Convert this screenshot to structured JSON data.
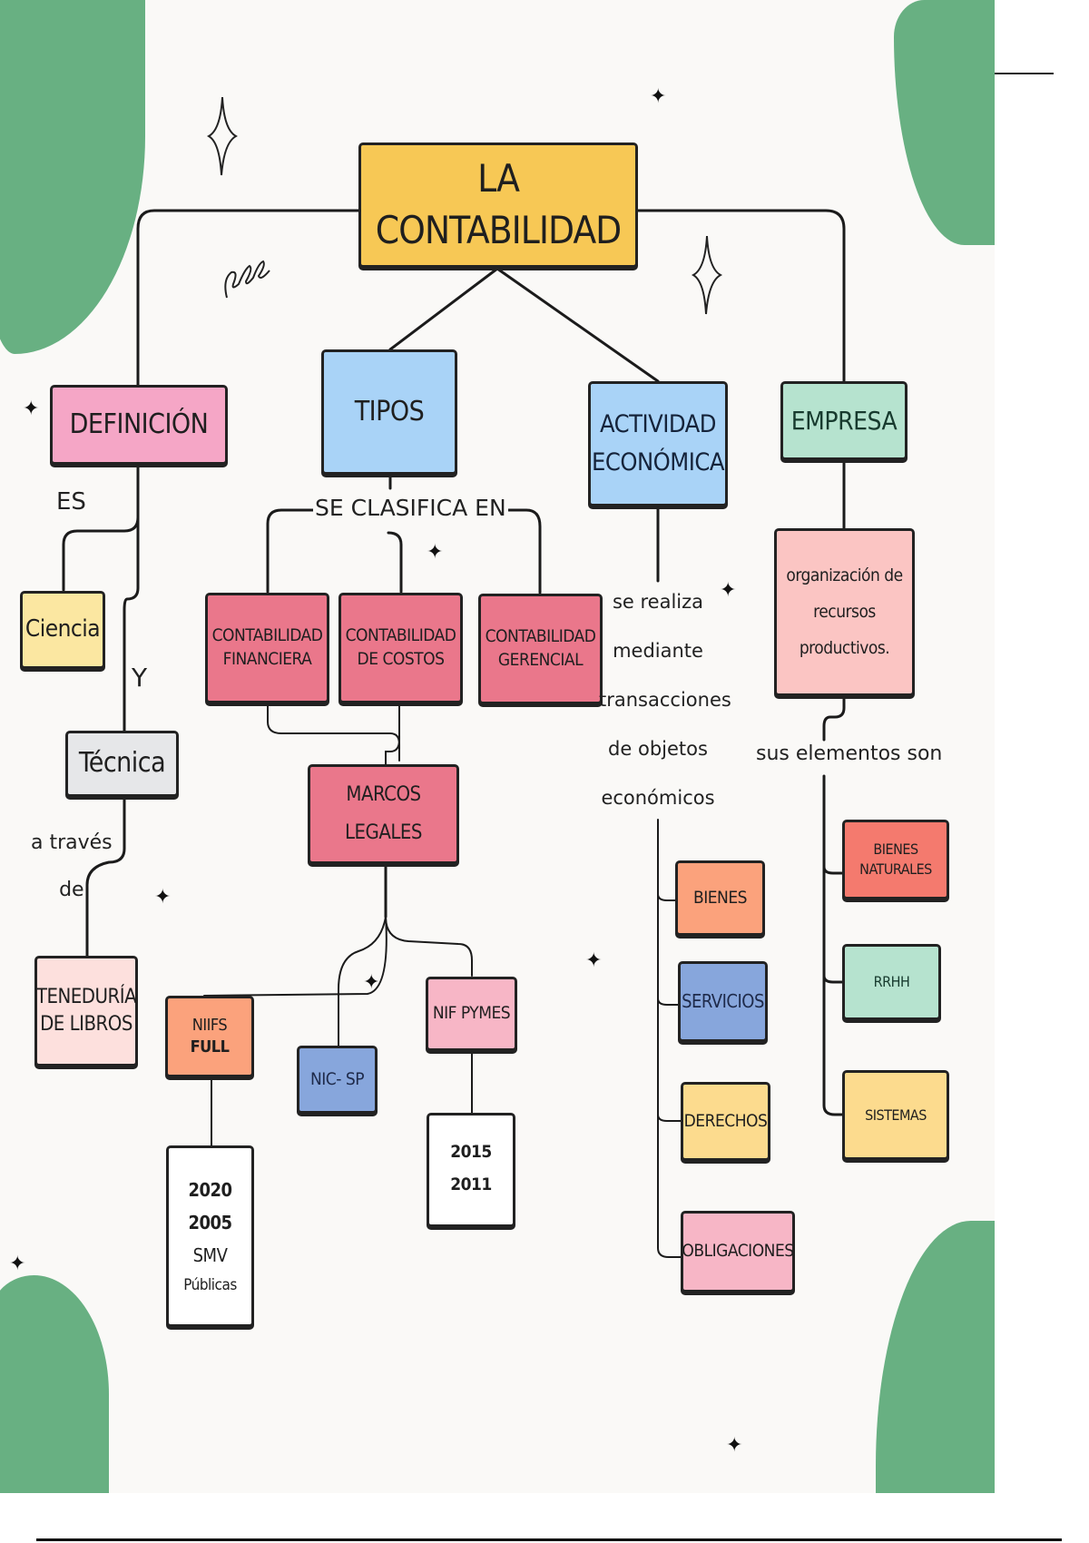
{
  "title": "LA CONTABILIDAD",
  "colors": {
    "yellow": "#f7c855",
    "pink": "#f5a6c6",
    "light_blue": "#a9d3f7",
    "mint": "#b6e3cf",
    "red_pink": "#ea778b",
    "pale_yellow": "#fbe7a1",
    "gray": "#e6e7e9",
    "blush": "#fde0dd",
    "salmon": "#fba27c",
    "periwinkle": "#87a6dc",
    "coral": "#f47a6e",
    "peach_yellow": "#fcdb8e",
    "white": "#ffffff",
    "rose": "#f7b6c6",
    "green_blob": "#68b082"
  },
  "branches": {
    "definicion": {
      "label": "DEFINICIÓN",
      "connector_es": "ES",
      "connector_y": "Y",
      "ciencia": "Ciencia",
      "tecnica": "Técnica",
      "connector_a_traves": [
        "a través",
        "de"
      ],
      "teneduria": [
        "TENEDURÍA",
        "DE LIBROS"
      ]
    },
    "tipos": {
      "label": "TIPOS",
      "connector": "SE CLASIFICA EN",
      "items": [
        [
          "CONTABILIDAD",
          "FINANCIERA"
        ],
        [
          "CONTABILIDAD",
          "DE COSTOS"
        ],
        [
          "CONTABILIDAD",
          "GERENCIAL"
        ]
      ],
      "marcos": [
        "MARCOS",
        "LEGALES"
      ],
      "niifs": [
        "NIIFS",
        "FULL"
      ],
      "niifs_detail": [
        "2020",
        "2005",
        "SMV",
        "Públicas"
      ],
      "nic_sp": "NIC- SP",
      "nif_pymes": "NIF PYMES",
      "nif_pymes_detail": [
        "2015",
        "2011"
      ]
    },
    "actividad": {
      "label": [
        "ACTIVIDAD",
        "ECONÓMICA"
      ],
      "connector": [
        "se realiza",
        "mediante",
        "transacciones",
        "de objetos",
        "económicos"
      ],
      "items": [
        "BIENES",
        "SERVICIOS",
        "DERECHOS",
        "OBLIGACIONES"
      ]
    },
    "empresa": {
      "label": "EMPRESA",
      "definition": [
        "organización de",
        "recursos",
        "productivos."
      ],
      "connector": "sus elementos son",
      "items": [
        [
          "BIENES",
          "NATURALES"
        ],
        [
          "RRHH"
        ],
        [
          "SISTEMAS"
        ]
      ]
    }
  }
}
